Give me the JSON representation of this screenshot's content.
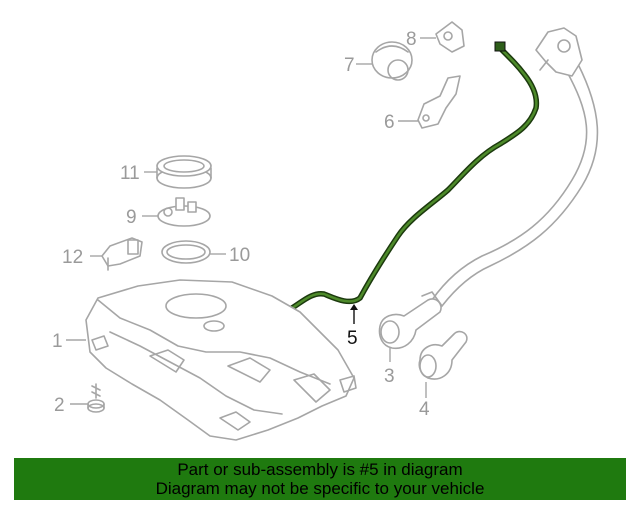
{
  "diagram": {
    "callouts": {
      "c1": "1",
      "c2": "2",
      "c3": "3",
      "c4": "4",
      "c5": "5",
      "c6": "6",
      "c7": "7",
      "c8": "8",
      "c9": "9",
      "c10": "10",
      "c11": "11",
      "c12": "12"
    },
    "highlight_part": "5",
    "colors": {
      "highlight": "#2e5e1a",
      "part_stroke": "#a6a6a6",
      "banner": "#1f7a0f"
    }
  },
  "banner": {
    "line1": "Part or sub-assembly is #5 in diagram",
    "line2": "Diagram may not be specific to your vehicle"
  }
}
